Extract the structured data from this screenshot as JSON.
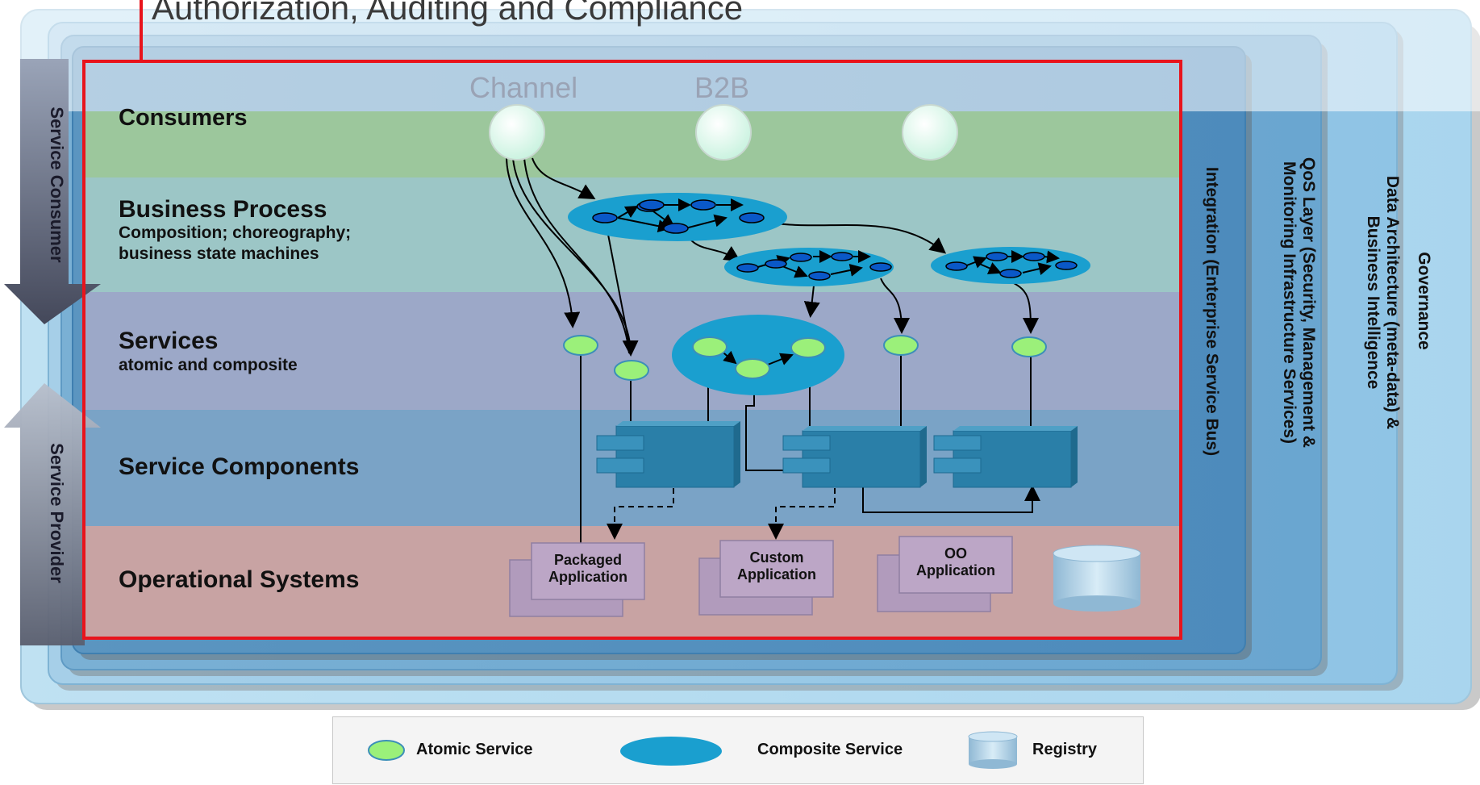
{
  "title": "Authorization, Auditing and Compliance",
  "channels": [
    "Channel",
    "B2B"
  ],
  "layers": {
    "consumers": "Consumers",
    "business_process": "Business Process",
    "business_process_sub1": "Composition; choreography;",
    "business_process_sub2": "business state machines",
    "services": "Services",
    "services_sub": "atomic and composite",
    "service_components": "Service Components",
    "operational_systems": "Operational Systems"
  },
  "side_arrows": {
    "consumer": "Service Consumer",
    "provider": "Service Provider"
  },
  "vertical_layers": {
    "integration": "Integration (Enterprise Service Bus)",
    "qos_line1": "QoS Layer (Security, Management &",
    "qos_line2": "Monitoring Infrastructure Services)",
    "data_line1": "Data Architecture (meta-data) &",
    "data_line2": "Business Intelligence",
    "governance": "Governance"
  },
  "applications": {
    "packaged_line1": "Packaged",
    "packaged_line2": "Application",
    "custom_line1": "Custom",
    "custom_line2": "Application",
    "oo_line1": "OO",
    "oo_line2": "Application"
  },
  "legend": {
    "atomic": "Atomic Service",
    "composite": "Composite Service",
    "registry": "Registry"
  },
  "colors": {
    "consumers_band": "#9cc79c",
    "business_band": "#9cc6c6",
    "services_band": "#9ca8c8",
    "components_band": "#7aa3c6",
    "operational_band": "#c8a3a3",
    "highlight_border": "#e8141c",
    "atomic_service": "#9bf07a",
    "composite_service": "#1a9fcf"
  }
}
